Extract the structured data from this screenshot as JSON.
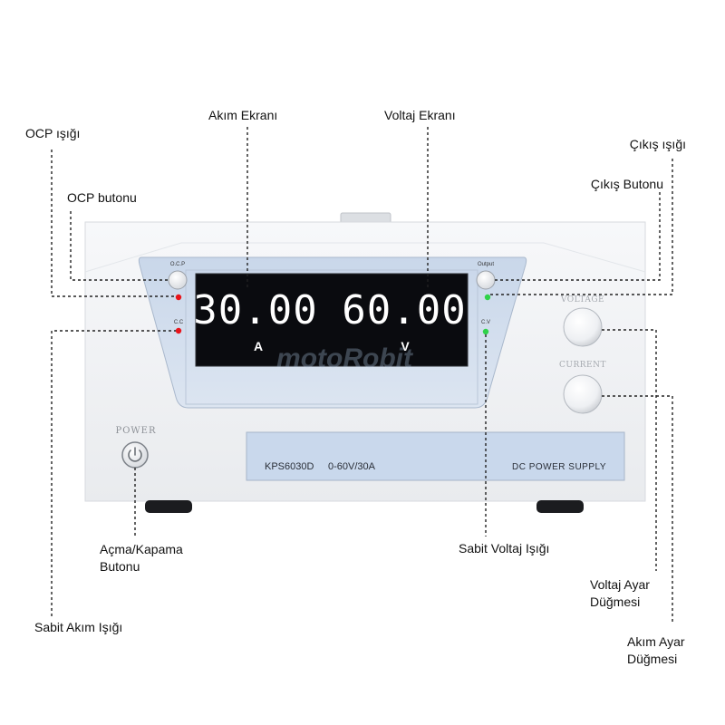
{
  "device": {
    "current_display": "30.00",
    "voltage_display": "60.00",
    "current_unit": "A",
    "voltage_unit": "V",
    "ocp_button_label": "O.C.P",
    "cc_label": "C.C",
    "output_button_label": "Output",
    "cv_label": "C.V",
    "voltage_knob_label": "VOLTAGE",
    "current_knob_label": "CURRENT",
    "power_label": "POWER",
    "model": "KPS6030D",
    "range": "0-60V/30A",
    "product_type": "DC POWER SUPPLY",
    "watermark": "motoRobit",
    "colors": {
      "body": "#f2f3f5",
      "panel": "#cfdcec",
      "display_bg": "#0a0b0f",
      "digits": "#ffffff",
      "led_red": "#e8141b",
      "led_green": "#2fd24a"
    }
  },
  "callouts": {
    "ocp_light": "OCP ışığı",
    "ocp_button": "OCP butonu",
    "current_display": "Akım Ekranı",
    "voltage_display": "Voltaj Ekranı",
    "output_light": "Çıkış ışığı",
    "output_button": "Çıkış Butonu",
    "power_button_line1": "Açma/Kapama",
    "power_button_line2": "Butonu",
    "cc_light": "Sabit Akım Işığı",
    "cv_light": "Sabit Voltaj Işığı",
    "voltage_knob_line1": "Voltaj Ayar",
    "voltage_knob_line2": "Düğmesi",
    "current_knob_line1": "Akım Ayar",
    "current_knob_line2": "Düğmesi"
  }
}
